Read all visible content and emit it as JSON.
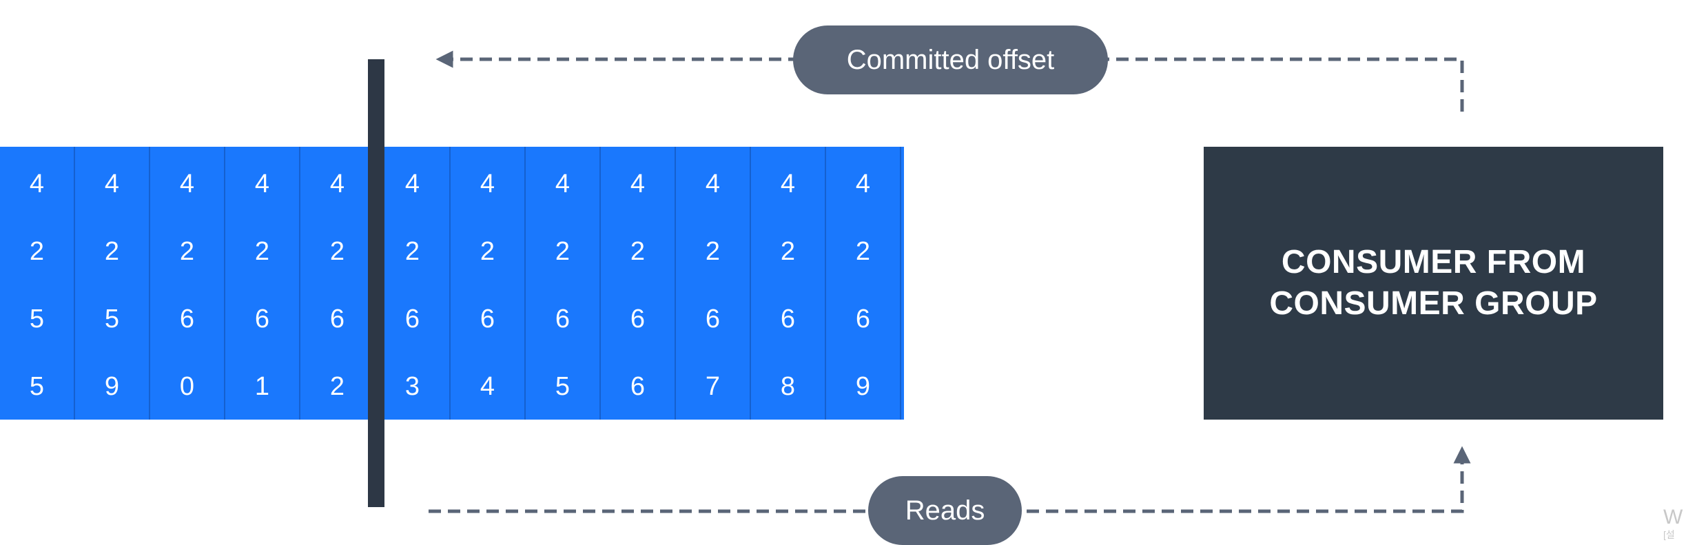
{
  "diagram": {
    "offsets": [
      "4255",
      "4259",
      "4260",
      "4261",
      "4262",
      "4263",
      "4264",
      "4265",
      "4266",
      "4267",
      "4268",
      "4269"
    ],
    "committed_label": "Committed offset",
    "reads_label": "Reads",
    "consumer_label": "CONSUMER FROM\nCONSUMER GROUP",
    "watermark": {
      "main": "W",
      "sub": "[설"
    },
    "colors": {
      "strip": "#1a78fd",
      "bar": "#2d3745",
      "box": "#2e3a47",
      "pill": "#5a6577",
      "arrow": "#5a6577"
    }
  }
}
